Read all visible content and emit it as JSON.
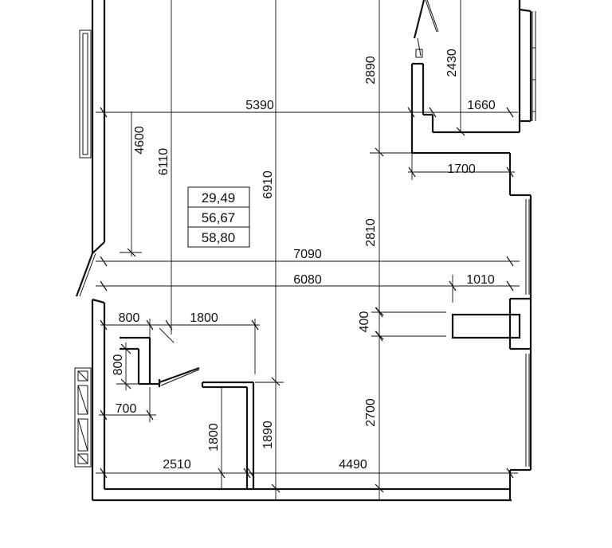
{
  "dimensions": {
    "d5390": "5390",
    "d2890": "2890",
    "d2430": "2430",
    "d1660": "1660",
    "d4600": "4600",
    "d6110": "6110",
    "d6910": "6910",
    "d1700": "1700",
    "d2810": "2810",
    "d7090": "7090",
    "d6080": "6080",
    "d1010": "1010",
    "d800a": "800",
    "d1800a": "1800",
    "d400": "400",
    "d800b": "800",
    "d700": "700",
    "d1800b": "1800",
    "d1890": "1890",
    "d2700": "2700",
    "d2510": "2510",
    "d4490": "4490"
  },
  "areas": {
    "living": "29,49",
    "total_living": "56,67",
    "total": "58,80"
  }
}
